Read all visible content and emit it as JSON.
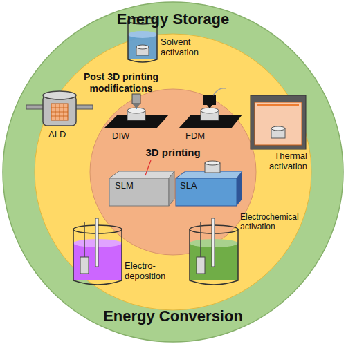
{
  "diagram": {
    "nodes": [
      {
        "text": [
          "Energy Storage",
          "Energy Conversion"
        ]
      },
      {
        "text": [
          "Post 3D printing modifications"
        ],
        "in": 0
      },
      {
        "text": [
          "3D printing"
        ],
        "in": 1
      }
    ],
    "labels": [
      "Solvent activation",
      "ALD",
      "DIW",
      "FDM",
      "Thermal activation",
      "SLM",
      "SLA",
      "Electrochemical activation",
      "Electro- deposition"
    ]
  }
}
